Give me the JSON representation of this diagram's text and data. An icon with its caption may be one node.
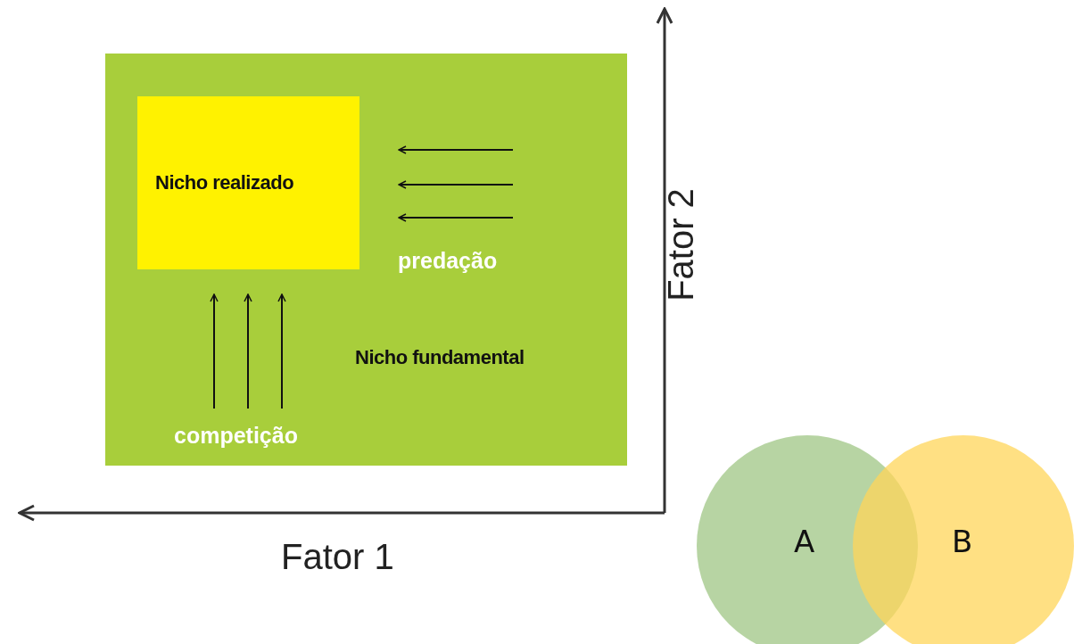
{
  "diagram": {
    "nodes": [
      {
        "text": [
          "Nicho fundamental"
        ]
      },
      {
        "text": [
          "Nicho realizado"
        ],
        "in": 0
      },
      {
        "text": [
          "A"
        ]
      },
      {
        "text": [
          "B"
        ]
      }
    ],
    "labels": [
      "predação",
      "competição",
      "Fator 2",
      "Fator 1"
    ]
  }
}
